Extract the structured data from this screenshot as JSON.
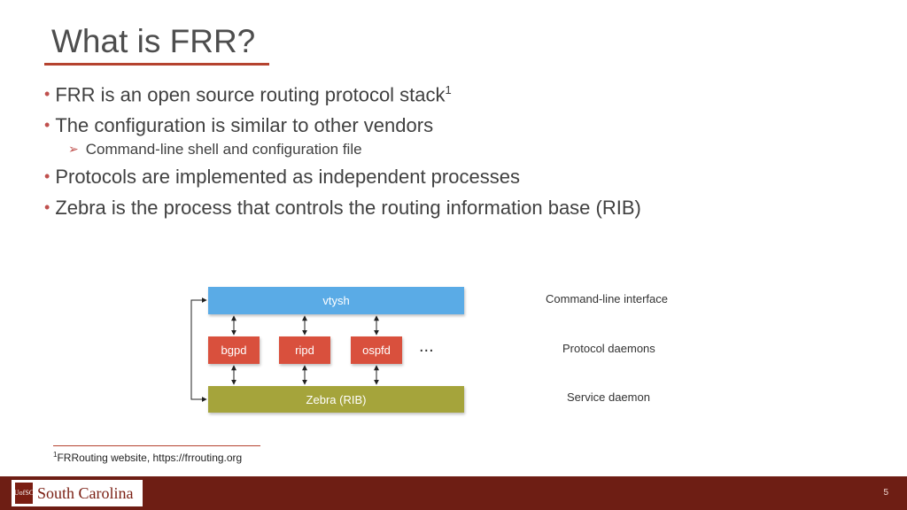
{
  "slide": {
    "title": "What is FRR?",
    "bullets": [
      {
        "text": "FRR is an open source routing protocol stack",
        "sup": "1"
      },
      {
        "text": "The configuration is similar to other vendors"
      },
      {
        "text": "Command-line shell and configuration file"
      },
      {
        "text": "Protocols are implemented as independent processes"
      },
      {
        "text": "Zebra is the process that controls the routing information base (RIB)"
      }
    ]
  },
  "diagram": {
    "vtysh": "vtysh",
    "daemons": [
      "bgpd",
      "ripd",
      "ospfd"
    ],
    "ellipsis": "...",
    "zebra": "Zebra (RIB)",
    "labels": [
      "Command-line interface",
      "Protocol daemons",
      "Service daemon"
    ],
    "colors": {
      "vtysh": "#5aabe6",
      "daemon": "#d9503d",
      "zebra": "#a5a43b"
    }
  },
  "footnote": {
    "sup": "1",
    "text": "FRRouting website, https://frrouting.org"
  },
  "footer": {
    "logo_mark": "UofSC",
    "logo_text": "South Carolina",
    "page_number": "5",
    "bar_color": "#6e1e14"
  }
}
